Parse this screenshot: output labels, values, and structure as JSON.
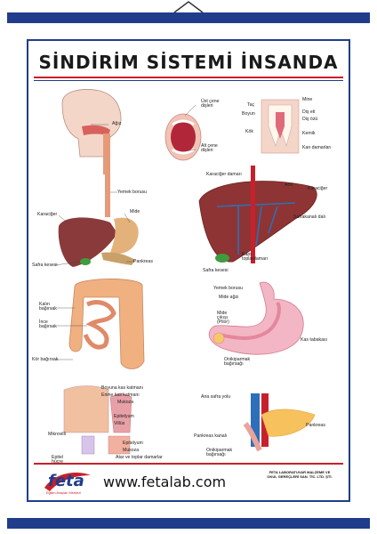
{
  "poster": {
    "title": "SİNDİRİM SİSTEMİ İNSANDA",
    "labels": {
      "agiz": "Ağız",
      "ust_cene_disleri": "Üst çene dişleri",
      "alt_cene_disleri": "Alt çene dişleri",
      "mine": "Mine",
      "tac": "Taç",
      "boyun": "Boyun",
      "kok": "Kök",
      "dis_eti": "Diş eti",
      "dis_ozu": "Diş özü",
      "kemik": "Kemik",
      "kan_damarlari": "Kan damarları",
      "yemek_borusu": "Yemek borusu",
      "karaciger": "Karaciğer",
      "mide": "Mide",
      "pankreas": "Pankreas",
      "safra_kesesi": "Safra kesesi",
      "kalin_bagirsak": "Kalın bağırsak",
      "ince_bagirsak": "İnce bağırsak",
      "kor_bagirsak": "Kör bağırsak",
      "karaciger_damari": "Karaciğer damarı",
      "aort": "Aort",
      "karaciger2": "Karaciğer",
      "safrakanali_dali": "Safrakanalı dalı",
      "kapi_toplardamari": "Kapı toplardamarı",
      "safra_kesesi2": "Safra kesesi",
      "yemek_borusu2": "Yemek borusu",
      "mide_agzi": "Mide ağzı",
      "mide_cikisi": "Mide çıkışı (Pilor)",
      "kas_tabakasi": "Kas tabakası",
      "onikiparmak": "Onikiparmak bağırsağı",
      "boyuna_kas": "Boyuna kas katmanı",
      "enine_kas": "Enine kas katmanı",
      "mukoza": "Mukoza",
      "epitelyum": "Epitelyum",
      "villus": "Villüs",
      "mikrovilli": "Mikrovilli",
      "epitelyum2": "Epitelyum",
      "mukoza2": "Mukoza",
      "atar_toplar": "Atar ve toplar damarlar",
      "epitel_hucre": "Epitel hücre",
      "ana_safra_yolu": "Ana safra yolu",
      "pankreas2": "Pankreas",
      "pankreas_kanali": "Pankreas kanalı",
      "onikiparmak2": "Onikiparmak bağırsağı"
    },
    "footer": {
      "logo": "feta",
      "logo_tagline": "Eğitim Araçları Merkezi",
      "website": "www.fetalab.com",
      "company_line1": "FETA LABORATUVAR MALZEME VE",
      "company_line2": "OKUL GEREÇLERİ SAN. TİC. LTD. ŞTİ."
    }
  },
  "colors": {
    "rail": "#1f3d8a",
    "accent": "#c8202a",
    "liver": "#8a3a3a",
    "intestine": "#f0b080",
    "stomach": "#f3b6c4"
  }
}
